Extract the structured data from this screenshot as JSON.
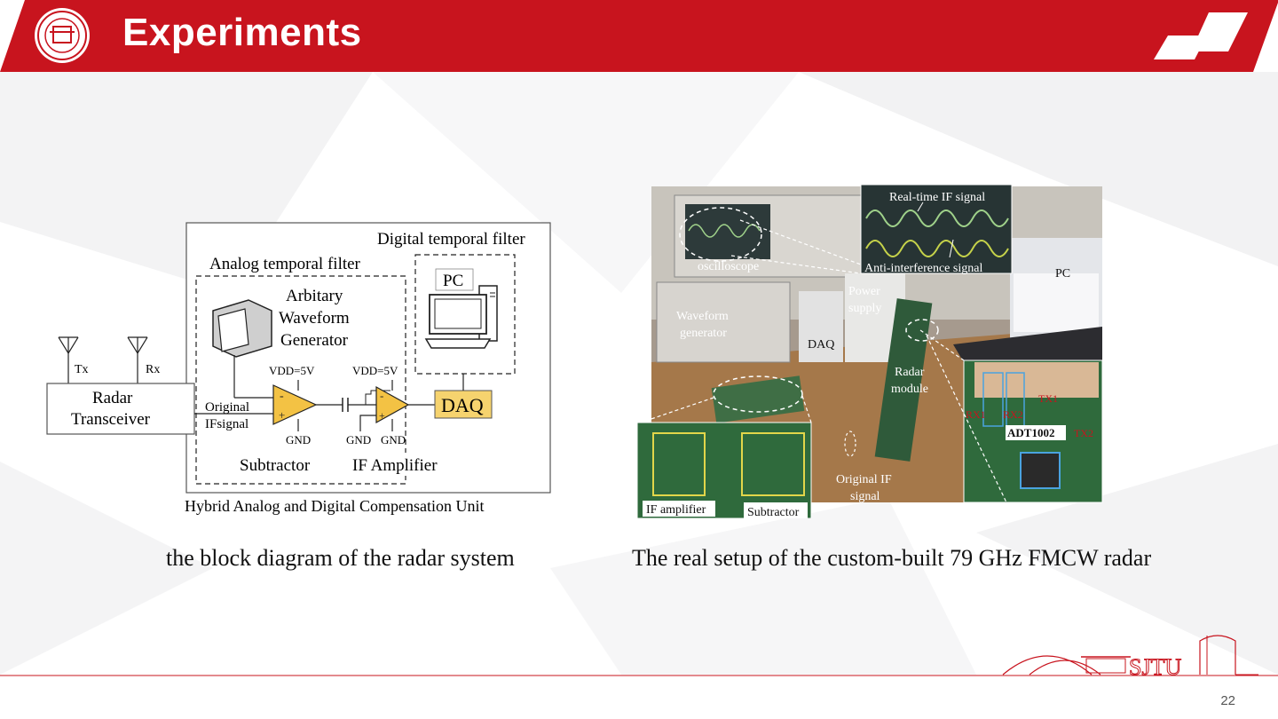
{
  "header": {
    "title": "Experiments"
  },
  "diagram": {
    "digital_filter": "Digital temporal filter",
    "analog_filter": "Analog temporal filter",
    "pc": "PC",
    "awg_line1": "Arbitary",
    "awg_line2": "Waveform",
    "awg_line3": "Generator",
    "tx": "Tx",
    "rx": "Rx",
    "radar_line1": "Radar",
    "radar_line2": "Transceiver",
    "original_line1": "Original",
    "original_line2": "IFsignal",
    "vdd1": "VDD=5V",
    "vdd2": "VDD=5V",
    "gnd1": "GND",
    "gnd2": "GND",
    "gnd3": "GND",
    "daq": "DAQ",
    "subtractor": "Subtractor",
    "if_amplifier": "IF Amplifier",
    "unit_label": "Hybrid Analog and Digital Compensation Unit"
  },
  "photo": {
    "realtime_if": "Real-time IF signal",
    "oscilloscope": "oscilloscope",
    "anti_interference": "Anti-interference signal",
    "pc": "PC",
    "power_line1": "Power",
    "power_line2": "supply",
    "waveform_line1": "Waveform",
    "waveform_line2": "generator",
    "daq": "DAQ",
    "radar_line1": "Radar",
    "radar_line2": "module",
    "tx1": "TX1",
    "rx1": "RX1",
    "rx2": "RX2",
    "chip": "ADT1002",
    "tx2": "TX2",
    "original_if_line1": "Original IF",
    "original_if_line2": "signal",
    "if_amplifier": "IF amplifier",
    "subtractor": "Subtractor"
  },
  "captions": {
    "left": "the block diagram of the radar system",
    "right": "The real setup of the custom-built 79 GHz FMCW radar"
  },
  "footer": {
    "logo_text": "SJTU",
    "page_number": "22"
  },
  "colors": {
    "brand_red": "#c8141e",
    "daq_fill": "#f6d36e",
    "opamp_fill": "#f3c244"
  }
}
